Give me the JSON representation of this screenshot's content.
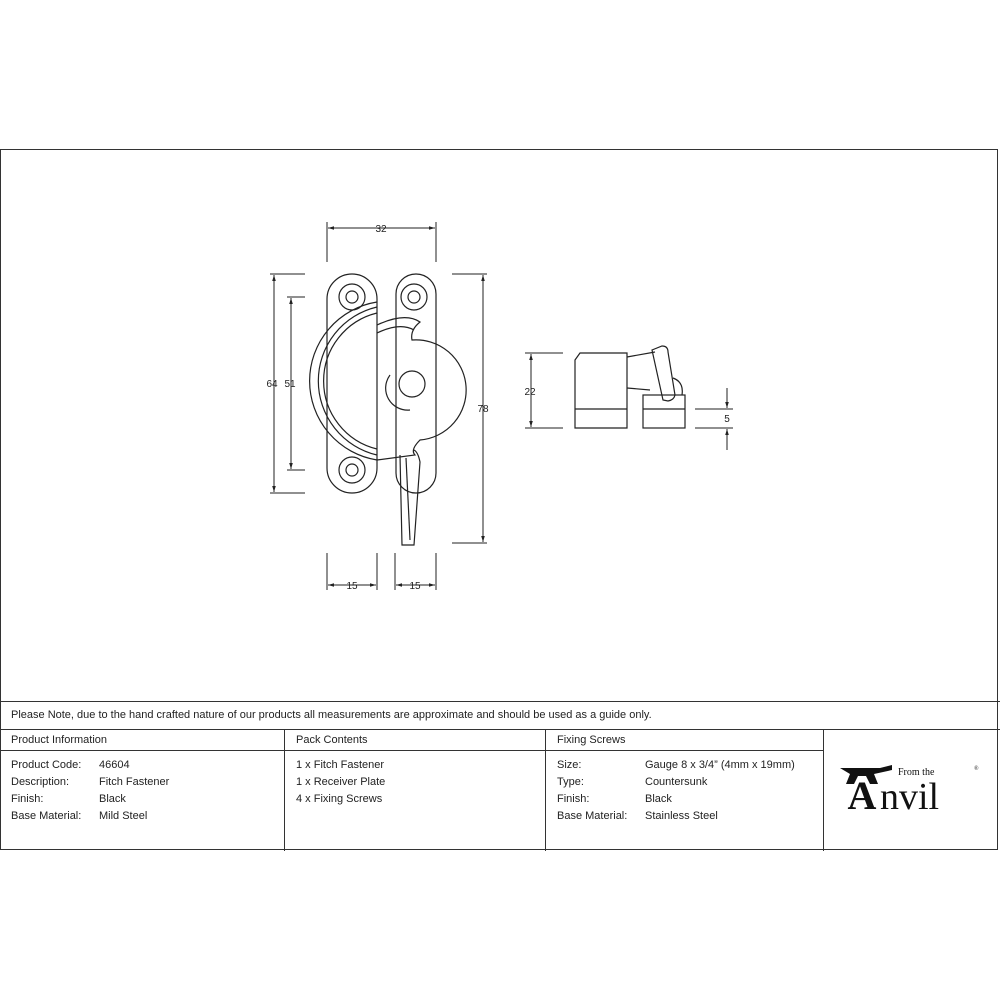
{
  "drawing": {
    "front_view": {
      "dimensions": {
        "overall_width": "32",
        "plate_height_outer": "64",
        "screw_centres": "51",
        "overall_height": "78",
        "left_plate_width": "15",
        "right_plate_width": "15"
      }
    },
    "side_view": {
      "dimensions": {
        "height": "22",
        "receiver_height": "5"
      }
    },
    "line_color": "#222222"
  },
  "note": "Please Note, due to the hand crafted nature of our products all measurements are approximate and should be used as a guide only.",
  "product_information": {
    "title": "Product Information",
    "rows": [
      {
        "label": "Product Code:",
        "value": "46604"
      },
      {
        "label": "Description:",
        "value": "Fitch Fastener"
      },
      {
        "label": "Finish:",
        "value": "Black"
      },
      {
        "label": "Base Material:",
        "value": "Mild Steel"
      }
    ]
  },
  "pack_contents": {
    "title": "Pack Contents",
    "items": [
      "1 x Fitch Fastener",
      "1 x Receiver Plate",
      "4 x Fixing Screws"
    ]
  },
  "fixing_screws": {
    "title": "Fixing Screws",
    "rows": [
      {
        "label": "Size:",
        "value": "Gauge 8 x 3/4” (4mm x 19mm)"
      },
      {
        "label": "Type:",
        "value": "Countersunk"
      },
      {
        "label": "Finish:",
        "value": "Black"
      },
      {
        "label": "Base Material:",
        "value": "Stainless Steel"
      }
    ]
  },
  "logo": {
    "prefix": "From the",
    "brand": "Anvil",
    "mark": "®"
  }
}
